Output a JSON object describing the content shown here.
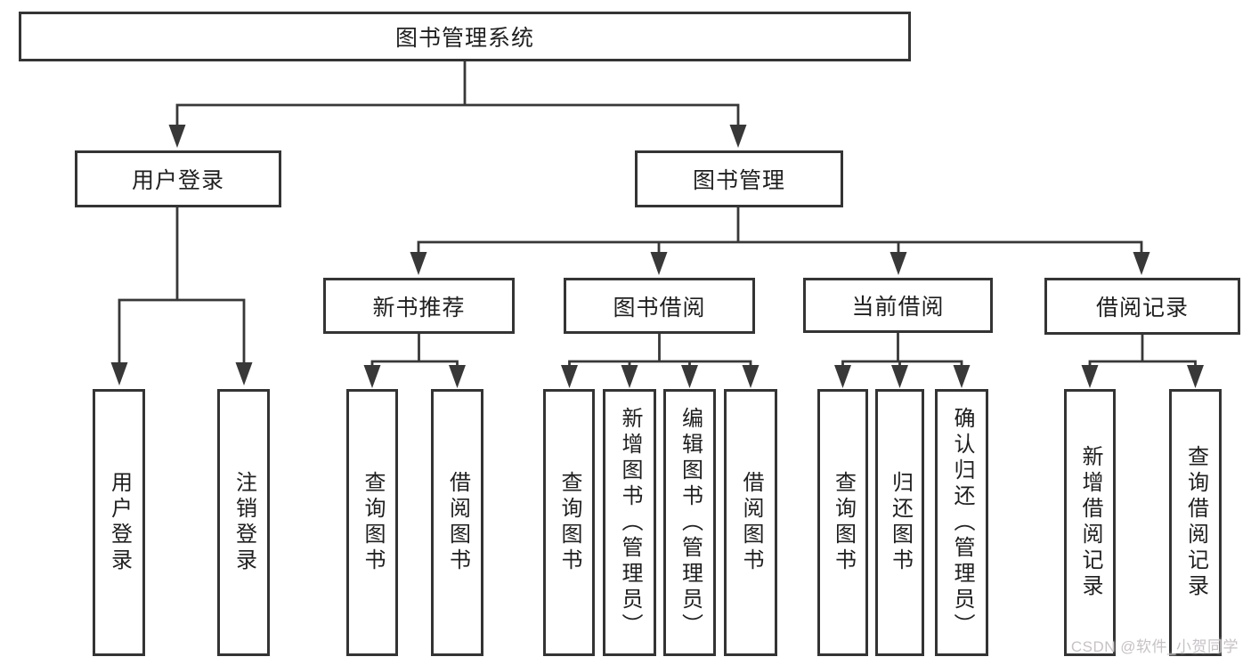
{
  "diagram": {
    "root": {
      "label": "图书管理系统"
    },
    "login": {
      "label": "用户登录",
      "children": [
        "用户登录",
        "注销登录"
      ]
    },
    "management": {
      "label": "图书管理",
      "sections": [
        {
          "label": "新书推荐",
          "children": [
            "查询图书",
            "借阅图书"
          ]
        },
        {
          "label": "图书借阅",
          "children": [
            "查询图书",
            "新增图书（管理员）",
            "编辑图书（管理员）",
            "借阅图书"
          ]
        },
        {
          "label": "当前借阅",
          "children": [
            "查询图书",
            "归还图书",
            "确认归还（管理员）"
          ]
        },
        {
          "label": "借阅记录",
          "children": [
            "新增借阅记录",
            "查询借阅记录"
          ]
        }
      ]
    },
    "watermark": "CSDN @软件_小贺同学",
    "colors": {
      "line": "#383838",
      "border": "#343434",
      "text": "#1f1f1f",
      "watermark_text": "#c7c2c6",
      "background": "#ffffff"
    }
  }
}
